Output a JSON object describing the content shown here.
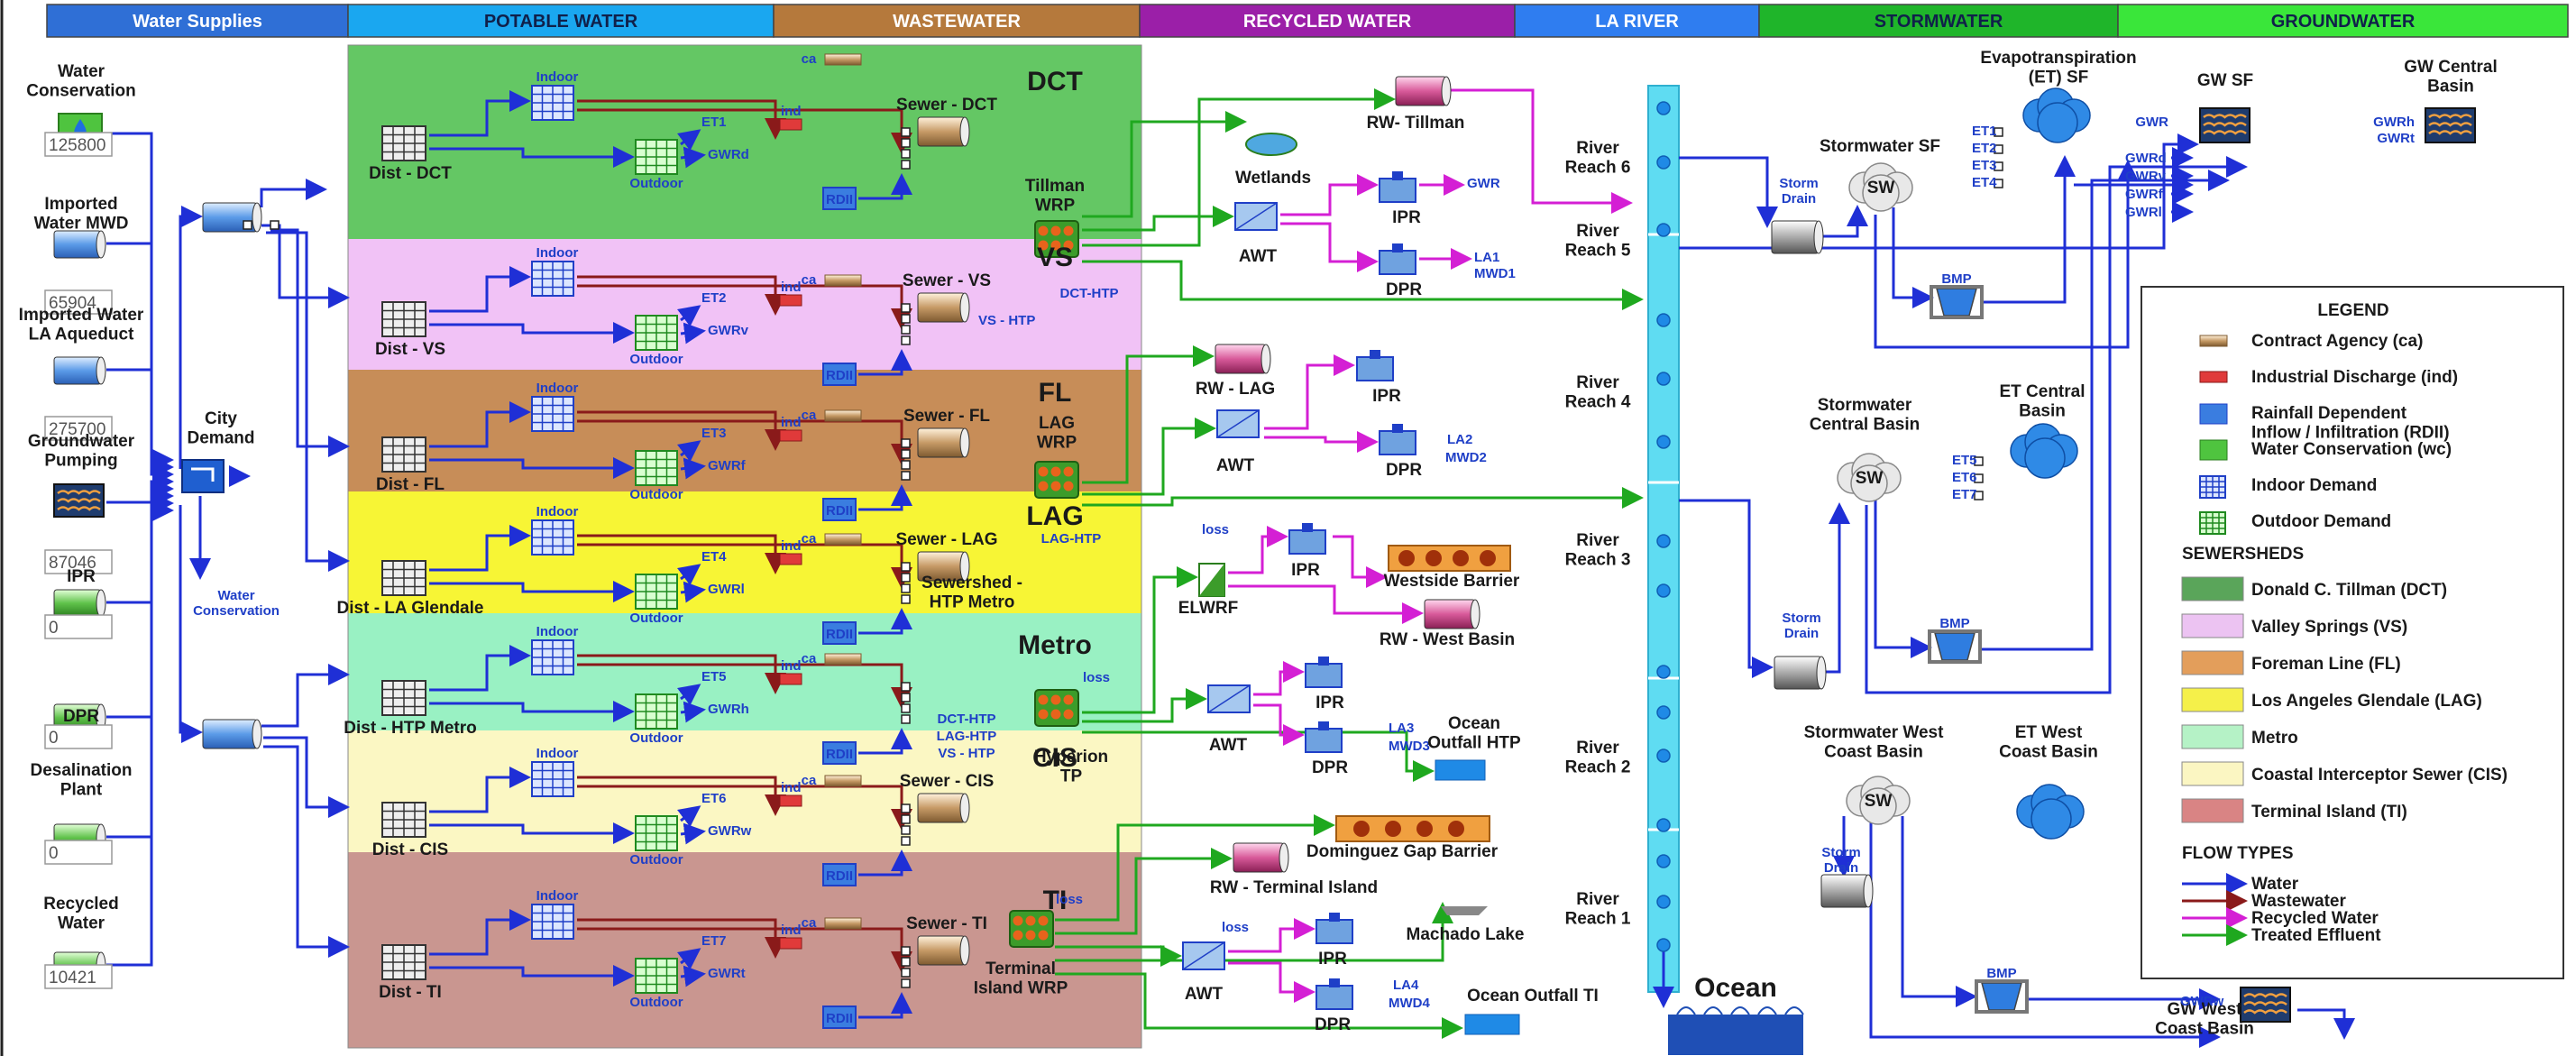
{
  "headers": [
    {
      "label": "Water Supplies",
      "color": "#2f6fd6",
      "text": "#ffffff"
    },
    {
      "label": "POTABLE WATER",
      "color": "#1aa7f0",
      "text": "#10204a"
    },
    {
      "label": "WASTEWATER",
      "color": "#b5793c",
      "text": "#ffffff"
    },
    {
      "label": "RECYCLED WATER",
      "color": "#9b1fa8",
      "text": "#ffffff"
    },
    {
      "label": "LA RIVER",
      "color": "#2f7df0",
      "text": "#ffffff"
    },
    {
      "label": "STORMWATER",
      "color": "#1fb52a",
      "text": "#10204a"
    },
    {
      "label": "GROUNDWATER",
      "color": "#3ae63a",
      "text": "#10204a"
    }
  ],
  "supplies": [
    {
      "label": "Water\nConservation",
      "value": "125800",
      "icon": "water-drop-icon"
    },
    {
      "label": "Imported\nWater MWD",
      "value": "65904",
      "icon": "pipe-icon"
    },
    {
      "label": "Imported Water\nLA Aqueduct",
      "value": "275700",
      "icon": "pipe-icon"
    },
    {
      "label": "Groundwater\nPumping",
      "value": "87046",
      "icon": "groundwater-icon"
    },
    {
      "label": "IPR",
      "value": "0",
      "icon": "pipe-icon"
    },
    {
      "label": "DPR",
      "value": "0",
      "icon": "pipe-icon"
    },
    {
      "label": "Desalination\nPlant",
      "value": "0",
      "icon": "pipe-icon"
    },
    {
      "label": "Recycled\nWater",
      "value": "10421",
      "icon": "pipe-icon"
    }
  ],
  "city": {
    "demand": "City\nDemand",
    "conservation": "Water\nConservation"
  },
  "sewersheds": [
    {
      "code": "DCT",
      "color": "#5cc45c",
      "dist": "Dist - DCT",
      "sewer": "Sewer - DCT",
      "et": "ET1",
      "gw": "GWRd",
      "plant": "Tillman\nWRP",
      "out": "DCT-HTP"
    },
    {
      "code": "VS",
      "color": "#f0bff5",
      "dist": "Dist - VS",
      "sewer": "Sewer - VS",
      "et": "ET2",
      "gw": "GWRv",
      "plant": "",
      "out": "VS - HTP"
    },
    {
      "code": "FL",
      "color": "#c4874f",
      "dist": "Dist - FL",
      "sewer": "Sewer - FL",
      "et": "ET3",
      "gw": "GWRf",
      "plant": "LAG\nWRP",
      "out": ""
    },
    {
      "code": "LAG",
      "color": "#f7f42a",
      "dist": "Dist - LA Glendale",
      "sewer": "Sewer - LAG",
      "et": "ET4",
      "gw": "GWRl",
      "plant": "",
      "out": "LAG-HTP",
      "extra": "Sewershed -\nHTP Metro"
    },
    {
      "code": "Metro",
      "color": "#94f0c0",
      "dist": "Dist - HTP Metro",
      "sewer": "",
      "et": "ET5",
      "gw": "GWRh",
      "plant": "",
      "out": ""
    },
    {
      "code": "CIS",
      "color": "#fbf7c0",
      "dist": "Dist - CIS",
      "sewer": "Sewer - CIS",
      "et": "ET6",
      "gw": "GWRw",
      "plant": "Hyperion\nTP",
      "out": ""
    },
    {
      "code": "TI",
      "color": "#c6908a",
      "dist": "Dist - TI",
      "sewer": "Sewer - TI",
      "et": "ET7",
      "gw": "GWRt",
      "plant": "Terminal\nIsland WRP",
      "out": ""
    }
  ],
  "htp_inflows": [
    "DCT-HTP",
    "LAG-HTP",
    "VS - HTP"
  ],
  "small": {
    "indoor": "Indoor",
    "outdoor": "Outdoor",
    "ind": "ind",
    "ca": "ca",
    "rdii": "RDII",
    "loss": "loss",
    "sw": "SW",
    "bmp": "BMP",
    "storm_drain": "Storm\nDrain"
  },
  "recycled": {
    "rw_tillman": "RW- Tillman",
    "wetlands": "Wetlands",
    "awt": "AWT",
    "ipr": "IPR",
    "dpr": "DPR",
    "gwr": "GWR",
    "la1": "LA1",
    "mwd1": "MWD1",
    "rw_lag": "RW - LAG",
    "la2": "LA2",
    "mwd2": "MWD2",
    "elwrf": "ELWRF",
    "westside": "Westside Barrier",
    "rw_west": "RW - West Basin",
    "la3": "LA3",
    "mwd3": "MWD3",
    "ocean_htp": "Ocean\nOutfall HTP",
    "dominguez": "Dominguez Gap Barrier",
    "rw_ti": "RW - Terminal Island",
    "machado": "Machado Lake",
    "la4": "LA4",
    "mwd4": "MWD4",
    "ocean_ti": "Ocean Outfall TI"
  },
  "river": [
    "River\nReach 6",
    "River\nReach 5",
    "River\nReach 4",
    "River\nReach 3",
    "River\nReach 2",
    "River\nReach 1"
  ],
  "ocean": "Ocean",
  "stormwater": {
    "sf": "Stormwater SF",
    "central": "Stormwater\nCentral Basin",
    "west": "Stormwater West\nCoast Basin",
    "et_sf": "Evapotranspiration\n(ET) SF",
    "et_central": "ET Central\nBasin",
    "et_west": "ET West\nCoast Basin",
    "et_sf_list": [
      "ET1",
      "ET2",
      "ET3",
      "ET4"
    ],
    "et_central_list": [
      "ET5",
      "ET6",
      "ET7"
    ]
  },
  "groundwater": {
    "gw_sf": "GW  SF",
    "gw_central": "GW  Central\nBasin",
    "gw_west": "GW  West\nCoast Basin",
    "sf_in": [
      "GWR"
    ],
    "left_list": [
      "GWRd",
      "GWRv",
      "GWRf",
      "GWRl"
    ],
    "central_in": [
      "GWRh",
      "GWRt"
    ],
    "west_in": "GWRw"
  },
  "legend": {
    "title": "LEGEND",
    "items": [
      {
        "label": "Contract Agency (ca)",
        "icon": "contract-agency-icon"
      },
      {
        "label": "Industrial Discharge (ind)",
        "icon": "industrial-icon"
      },
      {
        "label": "Rainfall Dependent\nInflow / Infiltration (RDII)",
        "icon": "rdii-icon"
      },
      {
        "label": "Water Conservation (wc)",
        "icon": "water-drop-icon"
      },
      {
        "label": "Indoor Demand",
        "icon": "indoor-grid-icon"
      },
      {
        "label": "Outdoor Demand",
        "icon": "outdoor-grid-icon"
      }
    ],
    "sewersheds_title": "SEWERSHEDS",
    "sewersheds": [
      {
        "label": "Donald C. Tillman (DCT)",
        "color": "#5aa55a"
      },
      {
        "label": "Valley Springs (VS)",
        "color": "#ecc3f2"
      },
      {
        "label": "Foreman Line (FL)",
        "color": "#e39e5b"
      },
      {
        "label": "Los Angeles Glendale (LAG)",
        "color": "#f5f04a"
      },
      {
        "label": "Metro",
        "color": "#b5f2c6"
      },
      {
        "label": "Coastal Interceptor Sewer (CIS)",
        "color": "#fbf6c2"
      },
      {
        "label": "Terminal Island (TI)",
        "color": "#d98484"
      }
    ],
    "flows_title": "FLOW TYPES",
    "flows": [
      {
        "label": "Water",
        "color": "#1f2fd6"
      },
      {
        "label": "Wastewater",
        "color": "#8a1a1a"
      },
      {
        "label": "Recycled Water",
        "color": "#d41fd4"
      },
      {
        "label": "Treated Effluent",
        "color": "#1fa81f"
      }
    ]
  }
}
